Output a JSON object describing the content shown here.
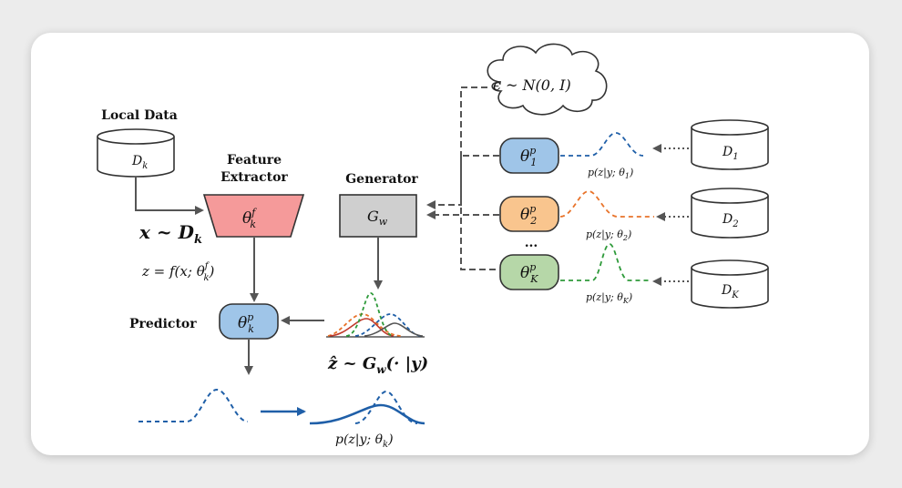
{
  "labels": {
    "local_data": "Local Data",
    "feature_extractor_line1": "Feature",
    "feature_extractor_line2": "Extractor",
    "generator": "Generator",
    "predictor": "Predictor",
    "ellipsis": "..."
  },
  "math": {
    "dk_base": "D",
    "dk_sub": "k",
    "x_sample": "x ~ D",
    "x_sample_sub": "k",
    "theta": "θ",
    "sup_f": "f",
    "sup_p": "p",
    "sub_k": "k",
    "z_eq": "z = f(x; θ",
    "z_eq_sup": "f",
    "z_eq_sub": "k",
    "z_eq_end": ")",
    "gw_base": "G",
    "gw_sub": "w",
    "noise": "ϵ ~ N(0, I)",
    "zhat_pre": "ẑ ~ G",
    "zhat_sub": "w",
    "zhat_post": "(· |y)",
    "p1": "p(z|y; θ",
    "p1_sub": "1",
    "p1_end": ")",
    "p2": "p(z|y; θ",
    "p2_sub": "2",
    "p2_end": ")",
    "pK": "p(z|y; θ",
    "pK_sub": "K",
    "pK_end": ")",
    "pk_bottom": "p(z|y; θ",
    "pk_bottom_sub": "k",
    "pk_bottom_end": ")",
    "theta1_sub": "1",
    "theta2_sub": "2",
    "thetaK_sub": "K",
    "d1_base": "D",
    "d1_sub": "1",
    "d2_base": "D",
    "d2_sub": "2",
    "dK_base": "D",
    "dK_sub": "K"
  },
  "colors": {
    "extractor_fill": "#f59a9a",
    "generator_fill": "#cfcfcf",
    "blue_node": "#9fc5e8",
    "orange_node": "#f9c58e",
    "green_node": "#b6d7a8",
    "blue_curve": "#1f5fa8",
    "orange_curve": "#e8732a",
    "green_curve": "#2e9a3a",
    "arrow": "#555555"
  }
}
